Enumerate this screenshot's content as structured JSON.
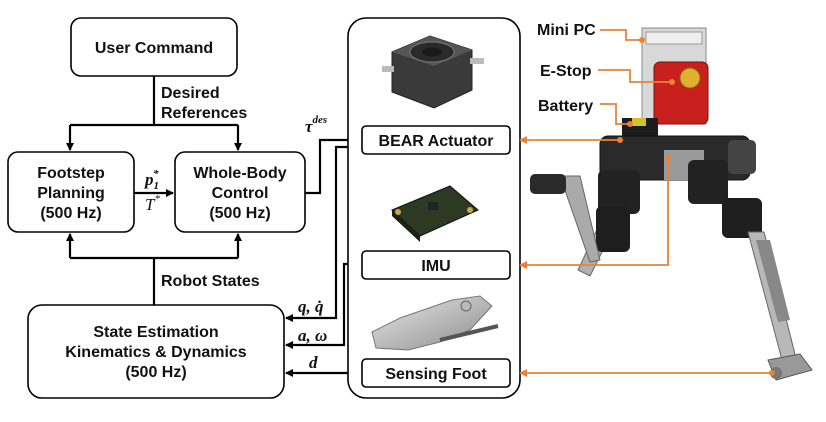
{
  "blocks": {
    "user_command": "User Command",
    "footstep_planning": [
      "Footstep",
      "Planning",
      "(500 Hz)"
    ],
    "wbc": [
      "Whole-Body",
      "Control",
      "(500 Hz)"
    ],
    "state_estimation": [
      "State Estimation",
      "Kinematics & Dynamics",
      "(500 Hz)"
    ],
    "bear_actuator": "BEAR Actuator",
    "imu": "IMU",
    "sensing_foot": "Sensing Foot"
  },
  "edge_labels": {
    "desired_references": [
      "Desired",
      "References"
    ],
    "robot_states": "Robot States",
    "p1_star": "p",
    "p1_sub": "1",
    "p1_sup": "*",
    "t_star": "T",
    "t_sup": "*",
    "tau_des": "τ",
    "tau_sup": "des",
    "q_qdot": "q, q̇",
    "a_omega": "a, ω",
    "d": "d"
  },
  "robot_labels": {
    "mini_pc": "Mini PC",
    "e_stop": "E-Stop",
    "battery": "Battery"
  },
  "colors": {
    "connector_orange": "#e8823a",
    "line_black": "#000000",
    "estop_red": "#c8201c"
  }
}
